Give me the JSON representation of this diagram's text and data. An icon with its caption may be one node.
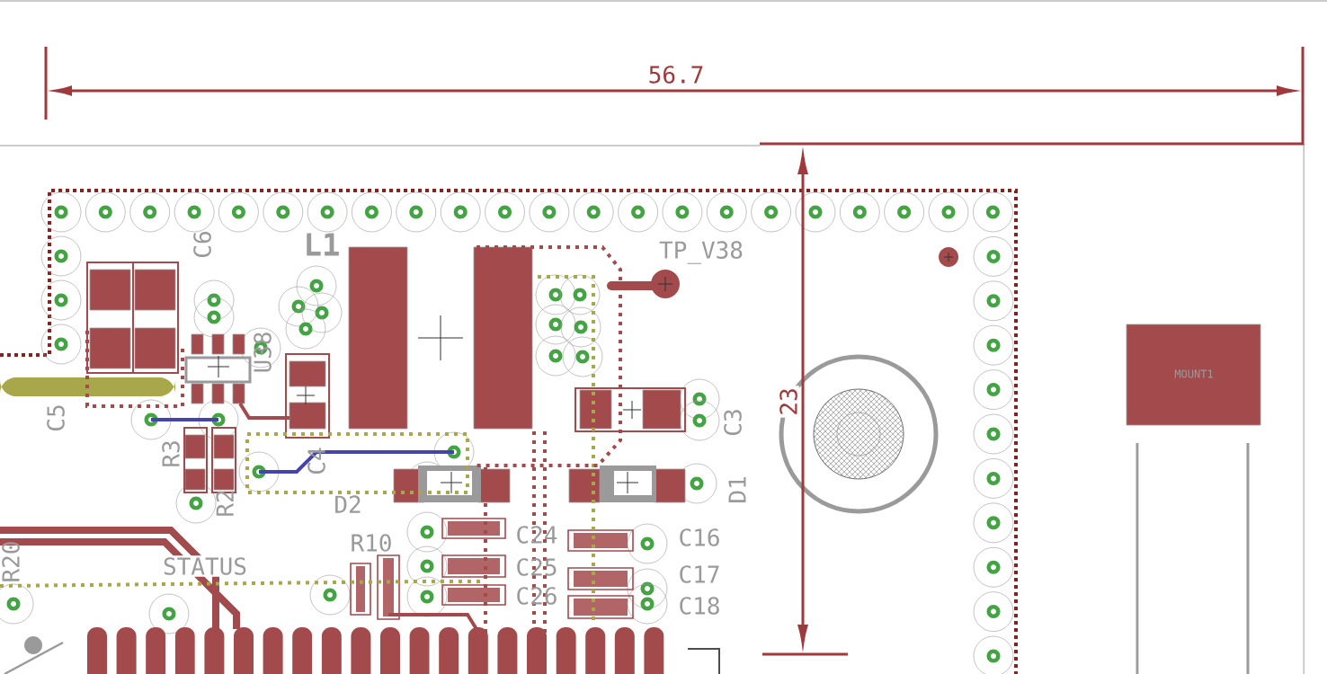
{
  "diagram": {
    "labels": [
      "56.7",
      "L1",
      "TP_V38",
      "C6",
      "U38",
      "C5",
      "23",
      "MOUNT1",
      "C3",
      "R3",
      "C4",
      "D2",
      "D1",
      "R2",
      "C24",
      "C16",
      "R10",
      "C25",
      "STATUS",
      "C17",
      "R20",
      "C26",
      "C18"
    ]
  }
}
